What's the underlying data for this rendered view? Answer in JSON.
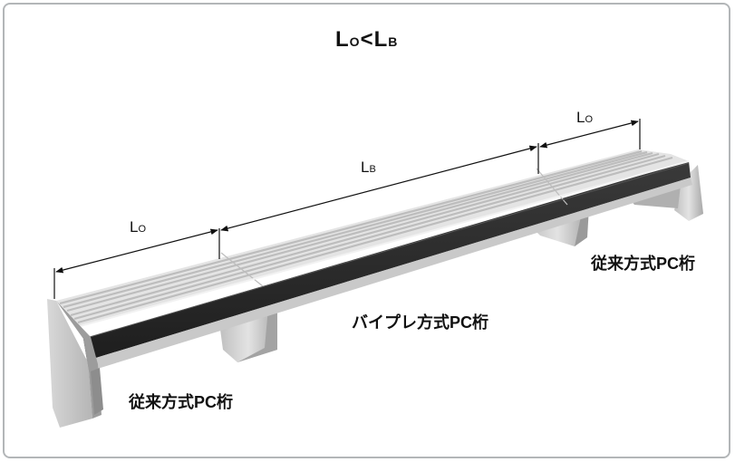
{
  "title": {
    "main_a": "L",
    "sub_a": "O",
    "cmp": "<",
    "main_b": "L",
    "sub_b": "B"
  },
  "spans": {
    "left": {
      "main": "L",
      "sub": "O"
    },
    "middle": {
      "main": "L",
      "sub": "B"
    },
    "right": {
      "main": "L",
      "sub": "O"
    }
  },
  "captions": {
    "right": "従来方式PC桁",
    "center": "バイプレ方式PC桁",
    "left": "従来方式PC桁"
  },
  "colors": {
    "frame": "#b3b6b8",
    "deck_top": "#e2e2e2",
    "deck_stripe": "#c6c6c6",
    "deck_side": "#2e2e2e",
    "pier": "#cfcfcf",
    "pier_shadow": "#9e9e9e",
    "dim_line": "#111111"
  }
}
